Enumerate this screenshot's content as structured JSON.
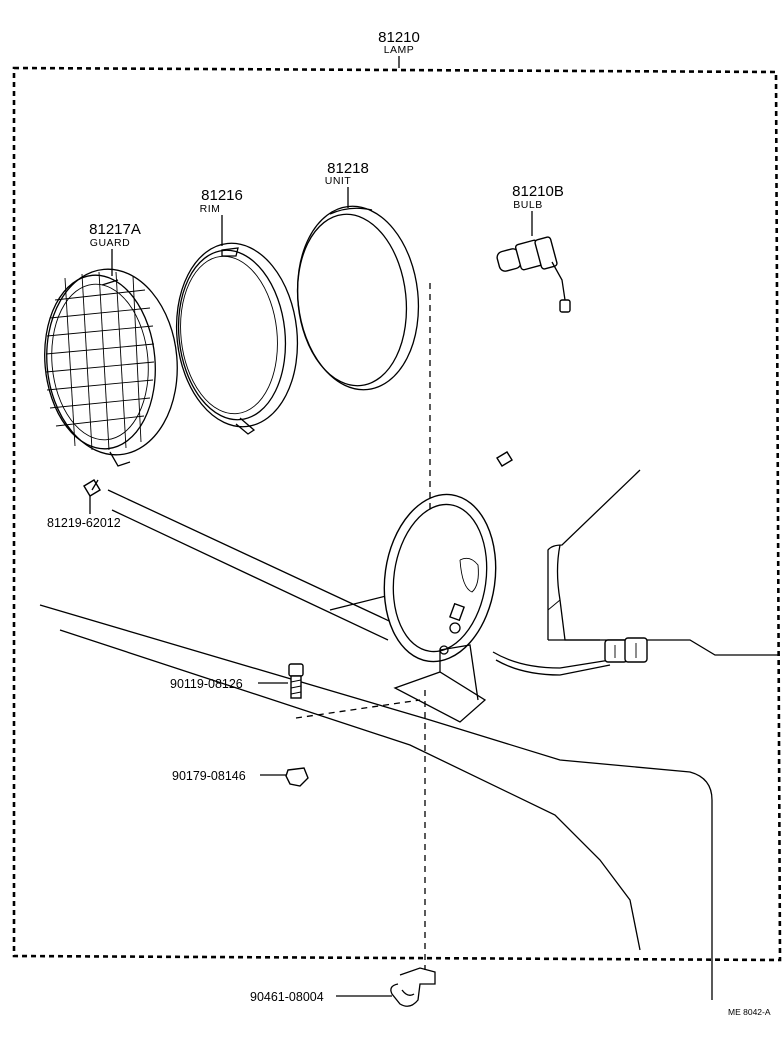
{
  "diagram": {
    "assembly": {
      "number": "81210",
      "name": "LAMP"
    },
    "parts": [
      {
        "id": "guard",
        "number": "81217A",
        "name": "GUARD"
      },
      {
        "id": "rim",
        "number": "81216",
        "name": "RIM"
      },
      {
        "id": "unit",
        "number": "81218",
        "name": "UNIT"
      },
      {
        "id": "bulb",
        "number": "81210B",
        "name": "BULB"
      },
      {
        "id": "guard-screw",
        "number": "81219-62012",
        "name": ""
      },
      {
        "id": "bolt",
        "number": "90119-08126",
        "name": ""
      },
      {
        "id": "nut",
        "number": "90179-08146",
        "name": ""
      },
      {
        "id": "clamp",
        "number": "90461-08004",
        "name": ""
      }
    ],
    "reference_code": "ME  8042-A"
  }
}
